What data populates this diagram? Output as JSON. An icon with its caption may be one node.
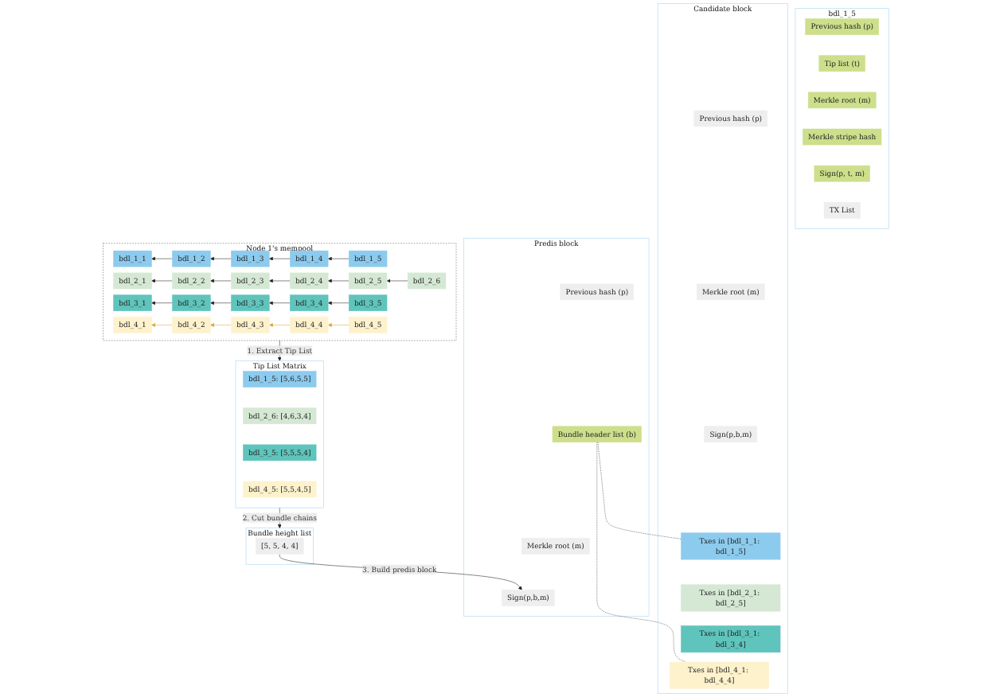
{
  "diagram": {
    "nodes": [
      {
        "text": [
          "Node 1's mempool"
        ]
      },
      {
        "text": [
          "bdl_1_1"
        ],
        "in": 0
      },
      {
        "text": [
          "bdl_1_2"
        ],
        "in": 0
      },
      {
        "text": [
          "bdl_1_3"
        ],
        "in": 0
      },
      {
        "text": [
          "bdl_1_4"
        ],
        "in": 0
      },
      {
        "text": [
          "bdl_1_5"
        ],
        "in": 0
      },
      {
        "text": [
          "bdl_2_1"
        ],
        "in": 0
      },
      {
        "text": [
          "bdl_2_2"
        ],
        "in": 0
      },
      {
        "text": [
          "bdl_2_3"
        ],
        "in": 0
      },
      {
        "text": [
          "bdl_2_4"
        ],
        "in": 0
      },
      {
        "text": [
          "bdl_2_5"
        ],
        "in": 0
      },
      {
        "text": [
          "bdl_2_6"
        ],
        "in": 0
      },
      {
        "text": [
          "bdl_3_1"
        ],
        "in": 0
      },
      {
        "text": [
          "bdl_3_2"
        ],
        "in": 0
      },
      {
        "text": [
          "bdl_3_3"
        ],
        "in": 0
      },
      {
        "text": [
          "bdl_3_4"
        ],
        "in": 0
      },
      {
        "text": [
          "bdl_3_5"
        ],
        "in": 0
      },
      {
        "text": [
          "bdl_4_1"
        ],
        "in": 0
      },
      {
        "text": [
          "bdl_4_2"
        ],
        "in": 0
      },
      {
        "text": [
          "bdl_4_3"
        ],
        "in": 0
      },
      {
        "text": [
          "bdl_4_4"
        ],
        "in": 0
      },
      {
        "text": [
          "bdl_4_5"
        ],
        "in": 0
      },
      {
        "text": [
          "bdl_1_5"
        ]
      },
      {
        "text": [
          "Previous hash (p)"
        ],
        "in": 22
      },
      {
        "text": [
          "Tip list (t)"
        ],
        "in": 22
      },
      {
        "text": [
          "Merkle root (m)"
        ],
        "in": 22
      },
      {
        "text": [
          "Merkle stripe hash"
        ],
        "in": 22
      },
      {
        "text": [
          "Sign(p, t, m)"
        ],
        "in": 22
      },
      {
        "text": [
          "TX List"
        ],
        "in": 22
      },
      {
        "text": [
          "Tip List Matrix"
        ]
      },
      {
        "text": [
          "bdl_1_5: [5,6,5,5]"
        ],
        "in": 29
      },
      {
        "text": [
          "bdl_2_6: [4,6,3,4]"
        ],
        "in": 29
      },
      {
        "text": [
          "bdl_3_5: [5,5,5,4]"
        ],
        "in": 29
      },
      {
        "text": [
          "bdl_4_5: [5,5,4,5]"
        ],
        "in": 29
      },
      {
        "text": [
          "Candidate block"
        ]
      },
      {
        "text": [
          "Previous hash (p)"
        ],
        "in": 34
      },
      {
        "text": [
          "Merkle root (m)"
        ],
        "in": 34
      },
      {
        "text": [
          "Sign(p,b,m)"
        ],
        "in": 34
      },
      {
        "text": [
          "Txes in [bdl_1_1: bdl_1_5]"
        ],
        "in": 34
      },
      {
        "text": [
          "Txes in [bdl_2_1: bdl_2_5]"
        ],
        "in": 34
      },
      {
        "text": [
          "Txes in [bdl_3_1: bdl_3_4]"
        ],
        "in": 34
      },
      {
        "text": [
          "Txes in [bdl_4_1: bdl_4_4]"
        ],
        "in": 34
      },
      {
        "text": [
          "Predis block"
        ]
      },
      {
        "text": [
          "Previous hash (p)"
        ],
        "in": 42
      },
      {
        "text": [
          "Bundle header list (b)"
        ],
        "in": 42
      },
      {
        "text": [
          "Merkle root (m)"
        ],
        "in": 42
      },
      {
        "text": [
          "Sign(p,b,m)"
        ],
        "in": 42
      },
      {
        "text": [
          "Bundle height list"
        ]
      },
      {
        "text": [
          "[5, 5, 4, 4]"
        ],
        "in": 47
      }
    ],
    "edges": [
      {
        "from": 2,
        "to": 1,
        "arrow": "to"
      },
      {
        "from": 3,
        "to": 2,
        "arrow": "to"
      },
      {
        "from": 4,
        "to": 3,
        "arrow": "to"
      },
      {
        "from": 5,
        "to": 4,
        "arrow": "to"
      },
      {
        "from": 7,
        "to": 6,
        "arrow": "to"
      },
      {
        "from": 8,
        "to": 7,
        "arrow": "to"
      },
      {
        "from": 9,
        "to": 8,
        "arrow": "to"
      },
      {
        "from": 10,
        "to": 9,
        "arrow": "to"
      },
      {
        "from": 11,
        "to": 10,
        "arrow": "to"
      },
      {
        "from": 13,
        "to": 12,
        "arrow": "to"
      },
      {
        "from": 14,
        "to": 13,
        "arrow": "to"
      },
      {
        "from": 15,
        "to": 14,
        "arrow": "to"
      },
      {
        "from": 16,
        "to": 15,
        "arrow": "to"
      },
      {
        "from": 18,
        "to": 17,
        "arrow": "to",
        "color": "#d4a93c"
      },
      {
        "from": 19,
        "to": 18,
        "arrow": "to",
        "color": "#d4a93c"
      },
      {
        "from": 20,
        "to": 19,
        "arrow": "to",
        "color": "#d4a93c"
      },
      {
        "from": 21,
        "to": 20,
        "arrow": "to",
        "color": "#d4a93c"
      },
      {
        "from": 0,
        "to": 29,
        "arrow": "to",
        "label": "1. Extract Tip List"
      },
      {
        "from": 29,
        "to": 47,
        "arrow": "to",
        "label": "2. Cut bundle chains"
      },
      {
        "from": 48,
        "to": 46,
        "arrow": "to",
        "label": "3. Build predis block"
      },
      {
        "from": 44,
        "to": 38,
        "arrow": "none",
        "style": "dashed"
      },
      {
        "from": 44,
        "to": 41,
        "arrow": "none",
        "style": "dashed"
      }
    ]
  }
}
